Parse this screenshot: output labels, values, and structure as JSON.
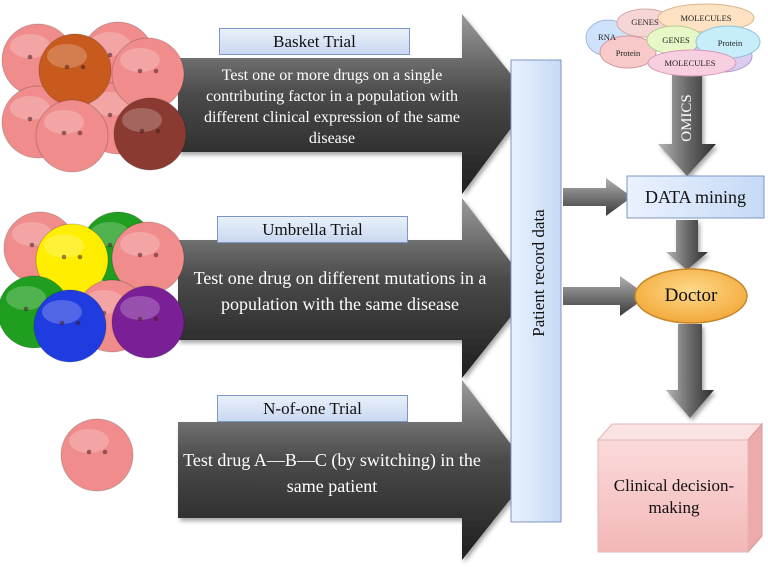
{
  "trials": [
    {
      "label": "Basket Trial",
      "description": "Test one or more drugs on a  single contributing factor in a population with different clinical expression of the same disease"
    },
    {
      "label": "Umbrella Trial",
      "description": "Test one drug on different mutations in a population with the same disease"
    },
    {
      "label": "N-of-one Trial",
      "description": "Test drug A—B—C (by switching) in the same patient"
    }
  ],
  "patient_record": "Patient record data",
  "omics": {
    "label": "OMICS",
    "bubbles": [
      "RNA",
      "GENES",
      "MOLECULES",
      "Protein",
      "GENES",
      "Protein",
      "MOLECULES"
    ]
  },
  "data_mining": "DATA mining",
  "doctor": "Doctor",
  "decision": "Clinical decision-making",
  "colors": {
    "patient_pink": "#f08c8c",
    "orange_brown": "#c85a1e",
    "dark_red": "#8b3a32",
    "yellow": "#ffee00",
    "green": "#1f9e1f",
    "blue": "#1f3ce0",
    "purple": "#7a1f96",
    "arrow_dark": "#3a3a3a",
    "box_blue": "#dce8fa",
    "doctor_orange": "#f7b84a"
  }
}
